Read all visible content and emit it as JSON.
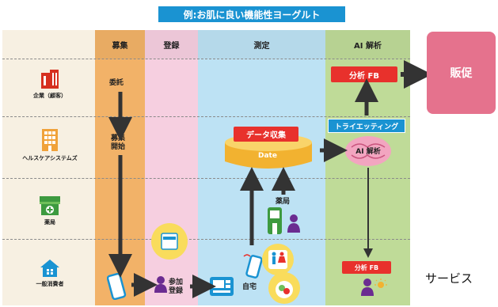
{
  "title": "例:お肌に良い機能性ヨーグルト",
  "lanes": {
    "recruit": "募集",
    "register": "登録",
    "measure": "測定",
    "ai": "AI 解析"
  },
  "actors": {
    "company": "企業（顧客）",
    "healthcare": "ヘルスケアシステムズ",
    "pharmacy": "薬局",
    "consumer": "一般消費者"
  },
  "steps": {
    "consign": "委託",
    "start_recruit": "募集\n開始",
    "join": "参加\n登録",
    "home": "自宅",
    "pharmacy": "薬局",
    "data_collect": "データ収集",
    "date": "Date",
    "trieting": "トライエッティング",
    "ai_analysis": "AI 解析",
    "analysis_fb": "分析 FB",
    "analysis_fb_small": "分析 FB"
  },
  "promo": "販促",
  "service_text": "サービス",
  "colors": {
    "banner": "#1a93d2",
    "recruit_lane": "#f2b268",
    "register_lane": "#f6cfe0",
    "measure_lane": "#bde2f4",
    "ai_lane": "#bfdb98",
    "red": "#e8312c",
    "promo": "#e5728d",
    "purple": "#6b2c91",
    "green": "#3d9a3f",
    "arrow": "#333333"
  }
}
